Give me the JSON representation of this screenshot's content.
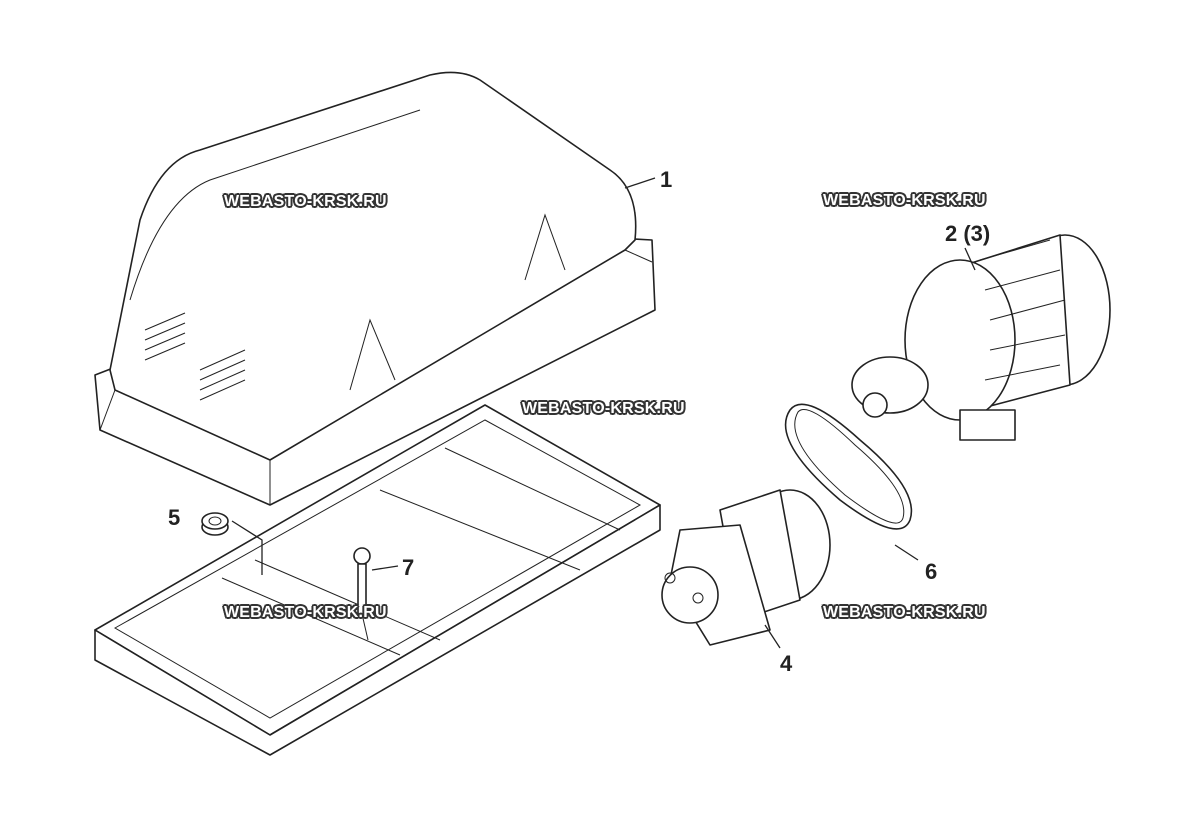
{
  "callouts": [
    {
      "id": "cover",
      "label": "1"
    },
    {
      "id": "alternator",
      "label": "2 (3)"
    },
    {
      "id": "compressor",
      "label": "4"
    },
    {
      "id": "grommet",
      "label": "5"
    },
    {
      "id": "belt",
      "label": "6"
    },
    {
      "id": "bolt",
      "label": "7"
    }
  ],
  "watermark": "WEBASTO-KRSK.RU"
}
